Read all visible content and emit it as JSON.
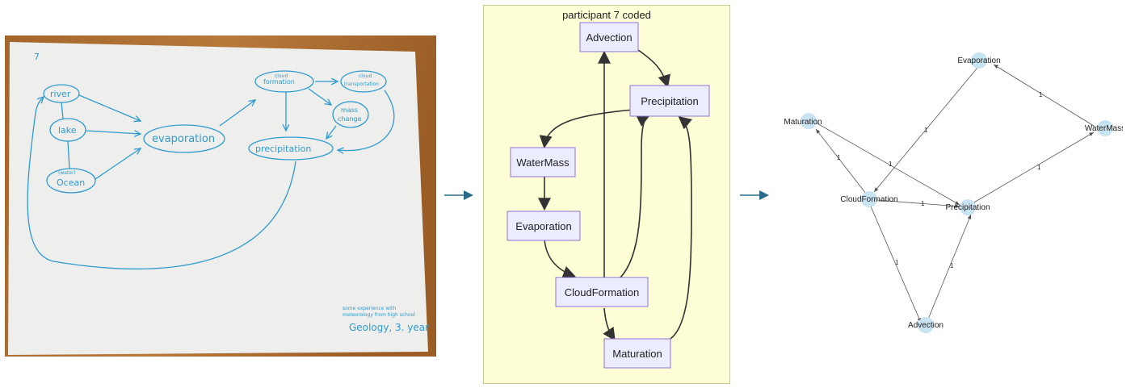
{
  "photo": {
    "marker": "7",
    "nodes": {
      "river": "river",
      "lake": "lake",
      "water_small": "(water)",
      "ocean": "Ocean",
      "evaporation": "evaporation",
      "cloud_formation_1": "cloud",
      "cloud_formation_2": "formation",
      "cloud_transport_1": "cloud",
      "cloud_transport_2": "transportation",
      "mass_change_1": "mass",
      "mass_change_2": "change",
      "precipitation": "precipitation"
    },
    "note_line1": "some experience with",
    "note_line2": "meteorology from high school",
    "note_line3": "Geology, 3. year"
  },
  "mermaid": {
    "title": "participant 7 coded",
    "nodes": {
      "advection": "Advection",
      "precipitation": "Precipitation",
      "watermass": "WaterMass",
      "evaporation": "Evaporation",
      "cloudformation": "CloudFormation",
      "maturation": "Maturation"
    },
    "colors": {
      "background": "#fefed6",
      "node_fill": "#ececff",
      "node_stroke": "#9370db",
      "edge": "#333333"
    }
  },
  "graph": {
    "nodes": {
      "evaporation": "Evaporation",
      "maturation": "Maturation",
      "watermass": "WaterMass",
      "cloudformation": "CloudFormation",
      "precipitation": "Precipitation",
      "advection": "Advection"
    },
    "edge_weight": "1",
    "colors": {
      "node": "#c8e3f1",
      "edge": "#555555"
    }
  },
  "flow_arrow_color": "#2b6b8a"
}
